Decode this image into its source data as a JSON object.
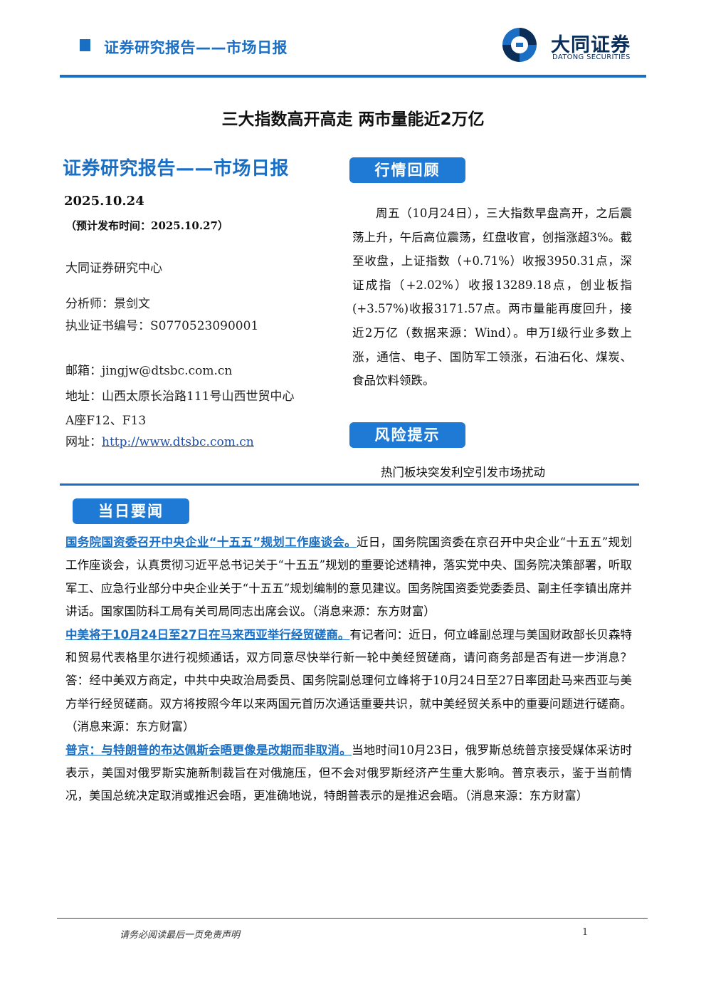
{
  "header": {
    "series_title": "证券研究报告——市场日报",
    "logo_cn": "大同证券",
    "logo_en": "DATONG SECURITIES"
  },
  "title": "三大指数高开高走 两市量能近2万亿",
  "left": {
    "report_type": "证券研究报告——市场日报",
    "date": "2025.10.24",
    "publish_time": "（预计发布时间：2025.10.27）",
    "institute": "大同证券研究中心",
    "analyst": "分析师：景剑文",
    "license": "执业证书编号：S0770523090001",
    "email": "邮箱：jingjw@dtsbc.com.cn",
    "address_line1": "地址：山西太原长治路111号山西世贸中心",
    "address_line2": "A座F12、F13",
    "website_label": "网址：",
    "website_url": "http://www.dtsbc.com.cn"
  },
  "review": {
    "tag": "行情回顾",
    "text": "周五（10月24日），三大指数早盘高开，之后震荡上升，午后高位震荡，红盘收官，创指涨超3%。截至收盘，上证指数（+0.71%）收报3950.31点，深证成指（+2.02%）收报13289.18点，创业板指(+3.57%)收报3171.57点。两市量能再度回升，接近2万亿（数据来源：Wind）。申万Ⅰ级行业多数上涨，通信、电子、国防军工领涨，石油石化、煤炭、食品饮料领跌。"
  },
  "risk": {
    "tag": "风险提示",
    "text": "热门板块突发利空引发市场扰动"
  },
  "news": {
    "tag": "当日要闻",
    "items": [
      {
        "headline": "国务院国资委召开中央企业“十五五”规划工作座谈会。",
        "body": "近日，国务院国资委在京召开中央企业“十五五”规划工作座谈会，认真贯彻习近平总书记关于“十五五”规划的重要论述精神，落实党中央、国务院决策部署，听取军工、应急行业部分中央企业关于“十五五”规划编制的意见建议。国务院国资委党委委员、副主任李镇出席并讲话。国家国防科工局有关司局同志出席会议。（消息来源：东方财富）"
      },
      {
        "headline": "中美将于10月24日至27日在马来西亚举行经贸磋商。",
        "body": "有记者问：近日，何立峰副总理与美国财政部长贝森特和贸易代表格里尔进行视频通话，双方同意尽快举行新一轮中美经贸磋商，请问商务部是否有进一步消息？答：经中美双方商定，中共中央政治局委员、国务院副总理何立峰将于10月24日至27日率团赴马来西亚与美方举行经贸磋商。双方将按照今年以来两国元首历次通话重要共识，就中美经贸关系中的重要问题进行磋商。（消息来源：东方财富）"
      },
      {
        "headline": "普京：与特朗普的布达佩斯会晤更像是改期而非取消。",
        "body": "当地时间10月23日，俄罗斯总统普京接受媒体采访时表示，美国对俄罗斯实施新制裁旨在对俄施压，但不会对俄罗斯经济产生重大影响。普京表示，鉴于当前情况，美国总统决定取消或推迟会晤，更准确地说，特朗普表示的是推迟会晤。（消息来源：东方财富）"
      }
    ]
  },
  "footer": {
    "disclaimer": "请务必阅读最后一页免责声明",
    "page": "1"
  },
  "colors": {
    "accent": "#1a6fc4",
    "tag_bg": "#1f7ad6",
    "logo_navy": "#0b2e59"
  }
}
